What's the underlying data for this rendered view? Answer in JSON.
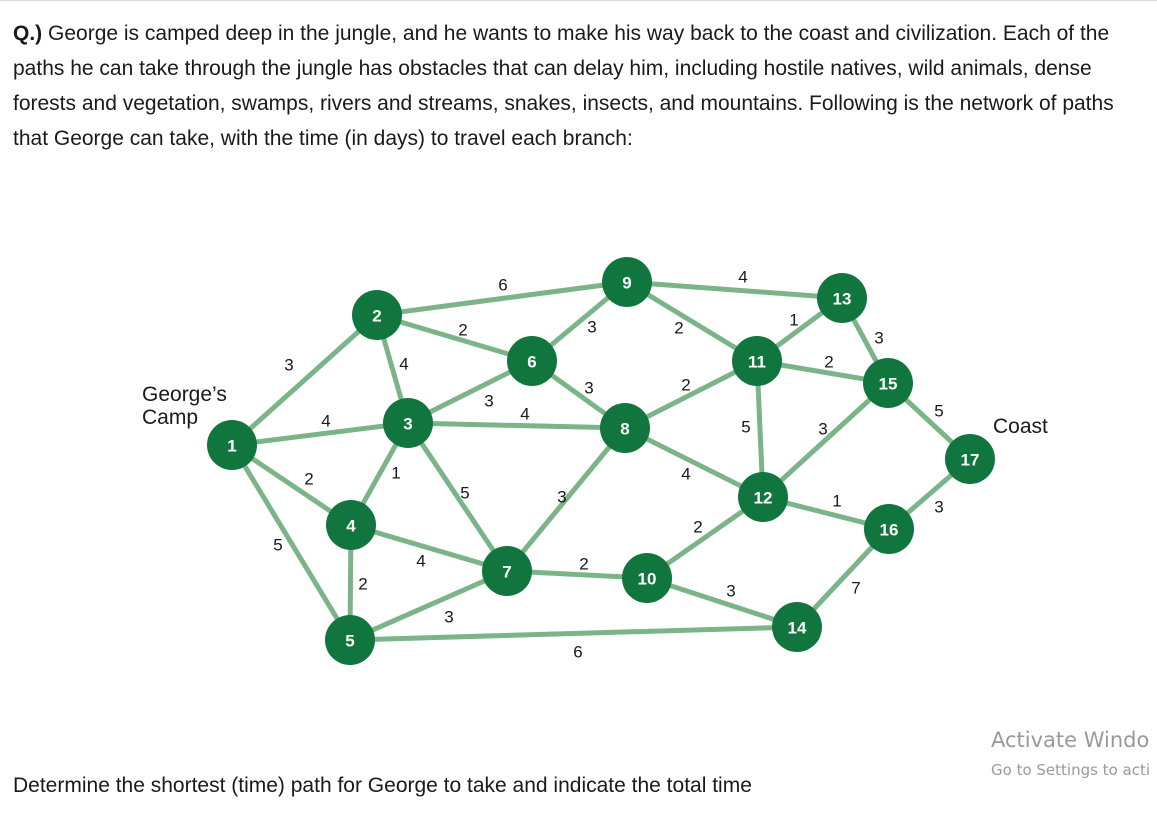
{
  "question": {
    "label": "Q.)",
    "text": "George is camped deep in the jungle, and he wants to make his way back to the coast and civilization. Each of the paths he can take through the jungle has obstacles that can delay him, including hostile natives, wild animals, dense forests and vegetation, swamps, rivers and streams, snakes, insects, and mountains. Following is the network of paths that George can take, with the time (in days) to travel each branch:"
  },
  "network": {
    "start_label": "George’s Camp",
    "end_label": "Coast",
    "colors": {
      "node": "#11753e",
      "edge": "#7cb489",
      "node_text": "#ffffff"
    },
    "nodes": [
      "1",
      "2",
      "3",
      "4",
      "5",
      "6",
      "7",
      "8",
      "9",
      "10",
      "11",
      "12",
      "13",
      "14",
      "15",
      "16",
      "17"
    ],
    "edges": [
      {
        "from": "1",
        "to": "2",
        "weight": "3"
      },
      {
        "from": "1",
        "to": "3",
        "weight": "4"
      },
      {
        "from": "1",
        "to": "4",
        "weight": "2"
      },
      {
        "from": "1",
        "to": "5",
        "weight": "5"
      },
      {
        "from": "2",
        "to": "9",
        "weight": "6"
      },
      {
        "from": "2",
        "to": "6",
        "weight": "2"
      },
      {
        "from": "2",
        "to": "3",
        "weight": "4"
      },
      {
        "from": "3",
        "to": "6",
        "weight": "3"
      },
      {
        "from": "3",
        "to": "8",
        "weight": "4"
      },
      {
        "from": "3",
        "to": "4",
        "weight": "1"
      },
      {
        "from": "3",
        "to": "7",
        "weight": "5"
      },
      {
        "from": "4",
        "to": "7",
        "weight": "4"
      },
      {
        "from": "4",
        "to": "5",
        "weight": "2"
      },
      {
        "from": "5",
        "to": "7",
        "weight": "3"
      },
      {
        "from": "5",
        "to": "14",
        "weight": "6"
      },
      {
        "from": "6",
        "to": "9",
        "weight": "3"
      },
      {
        "from": "6",
        "to": "8",
        "weight": "3"
      },
      {
        "from": "7",
        "to": "8",
        "weight": "3"
      },
      {
        "from": "7",
        "to": "10",
        "weight": "2"
      },
      {
        "from": "8",
        "to": "11",
        "weight": "2"
      },
      {
        "from": "8",
        "to": "12",
        "weight": "4"
      },
      {
        "from": "9",
        "to": "11",
        "weight": "2"
      },
      {
        "from": "9",
        "to": "13",
        "weight": "4"
      },
      {
        "from": "10",
        "to": "12",
        "weight": "2"
      },
      {
        "from": "10",
        "to": "14",
        "weight": "3"
      },
      {
        "from": "11",
        "to": "13",
        "weight": "1"
      },
      {
        "from": "11",
        "to": "15",
        "weight": "2"
      },
      {
        "from": "11",
        "to": "12",
        "weight": "5"
      },
      {
        "from": "12",
        "to": "15",
        "weight": "3"
      },
      {
        "from": "12",
        "to": "16",
        "weight": "1"
      },
      {
        "from": "13",
        "to": "15",
        "weight": "3"
      },
      {
        "from": "14",
        "to": "16",
        "weight": "7"
      },
      {
        "from": "15",
        "to": "17",
        "weight": "5"
      },
      {
        "from": "16",
        "to": "17",
        "weight": "3"
      }
    ]
  },
  "prompt": "Determine the shortest (time) path for George to take and indicate the total time",
  "watermark": {
    "title": "Activate Windo",
    "subtitle": "Go to Settings to acti"
  }
}
